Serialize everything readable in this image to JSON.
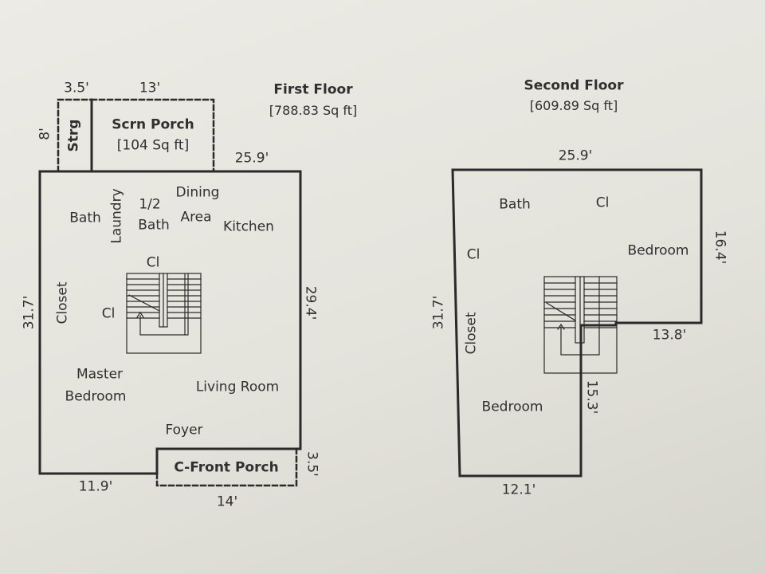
{
  "first_floor": {
    "title": "First Floor",
    "area": "[788.83 Sq ft]",
    "rooms": {
      "storage": "Strg",
      "screen_porch": "Scrn Porch",
      "screen_porch_area": "[104 Sq ft]",
      "bath": "Bath",
      "laundry": "Laundry",
      "half_bath_1": "1/2",
      "half_bath_2": "Bath",
      "dining_1": "Dining",
      "dining_2": "Area",
      "kitchen": "Kitchen",
      "closet_upper": "Cl",
      "closet_left": "Cl",
      "closet_wall": "Closet",
      "master_1": "Master",
      "master_2": "Bedroom",
      "living_room": "Living Room",
      "foyer": "Foyer",
      "front_porch": "C-Front Porch"
    },
    "dimensions": {
      "storage_width": "3.5'",
      "porch_width": "13'",
      "storage_depth": "8'",
      "top_width": "25.9'",
      "left_depth": "31.7'",
      "right_depth": "29.4'",
      "bottom_left": "11.9'",
      "front_porch_width": "14'",
      "front_porch_depth": "3.5'"
    }
  },
  "second_floor": {
    "title": "Second Floor",
    "area": "[609.89 Sq ft]",
    "rooms": {
      "bath": "Bath",
      "closet_top": "Cl",
      "closet_left": "Cl",
      "bedroom_right": "Bedroom",
      "closet_wall": "Closet",
      "bedroom_bottom": "Bedroom"
    },
    "dimensions": {
      "top_width": "25.9'",
      "right_depth": "16.4'",
      "left_depth": "31.7'",
      "step_width": "13.8'",
      "stair_depth": "15.3'",
      "bottom_width": "12.1'"
    }
  }
}
